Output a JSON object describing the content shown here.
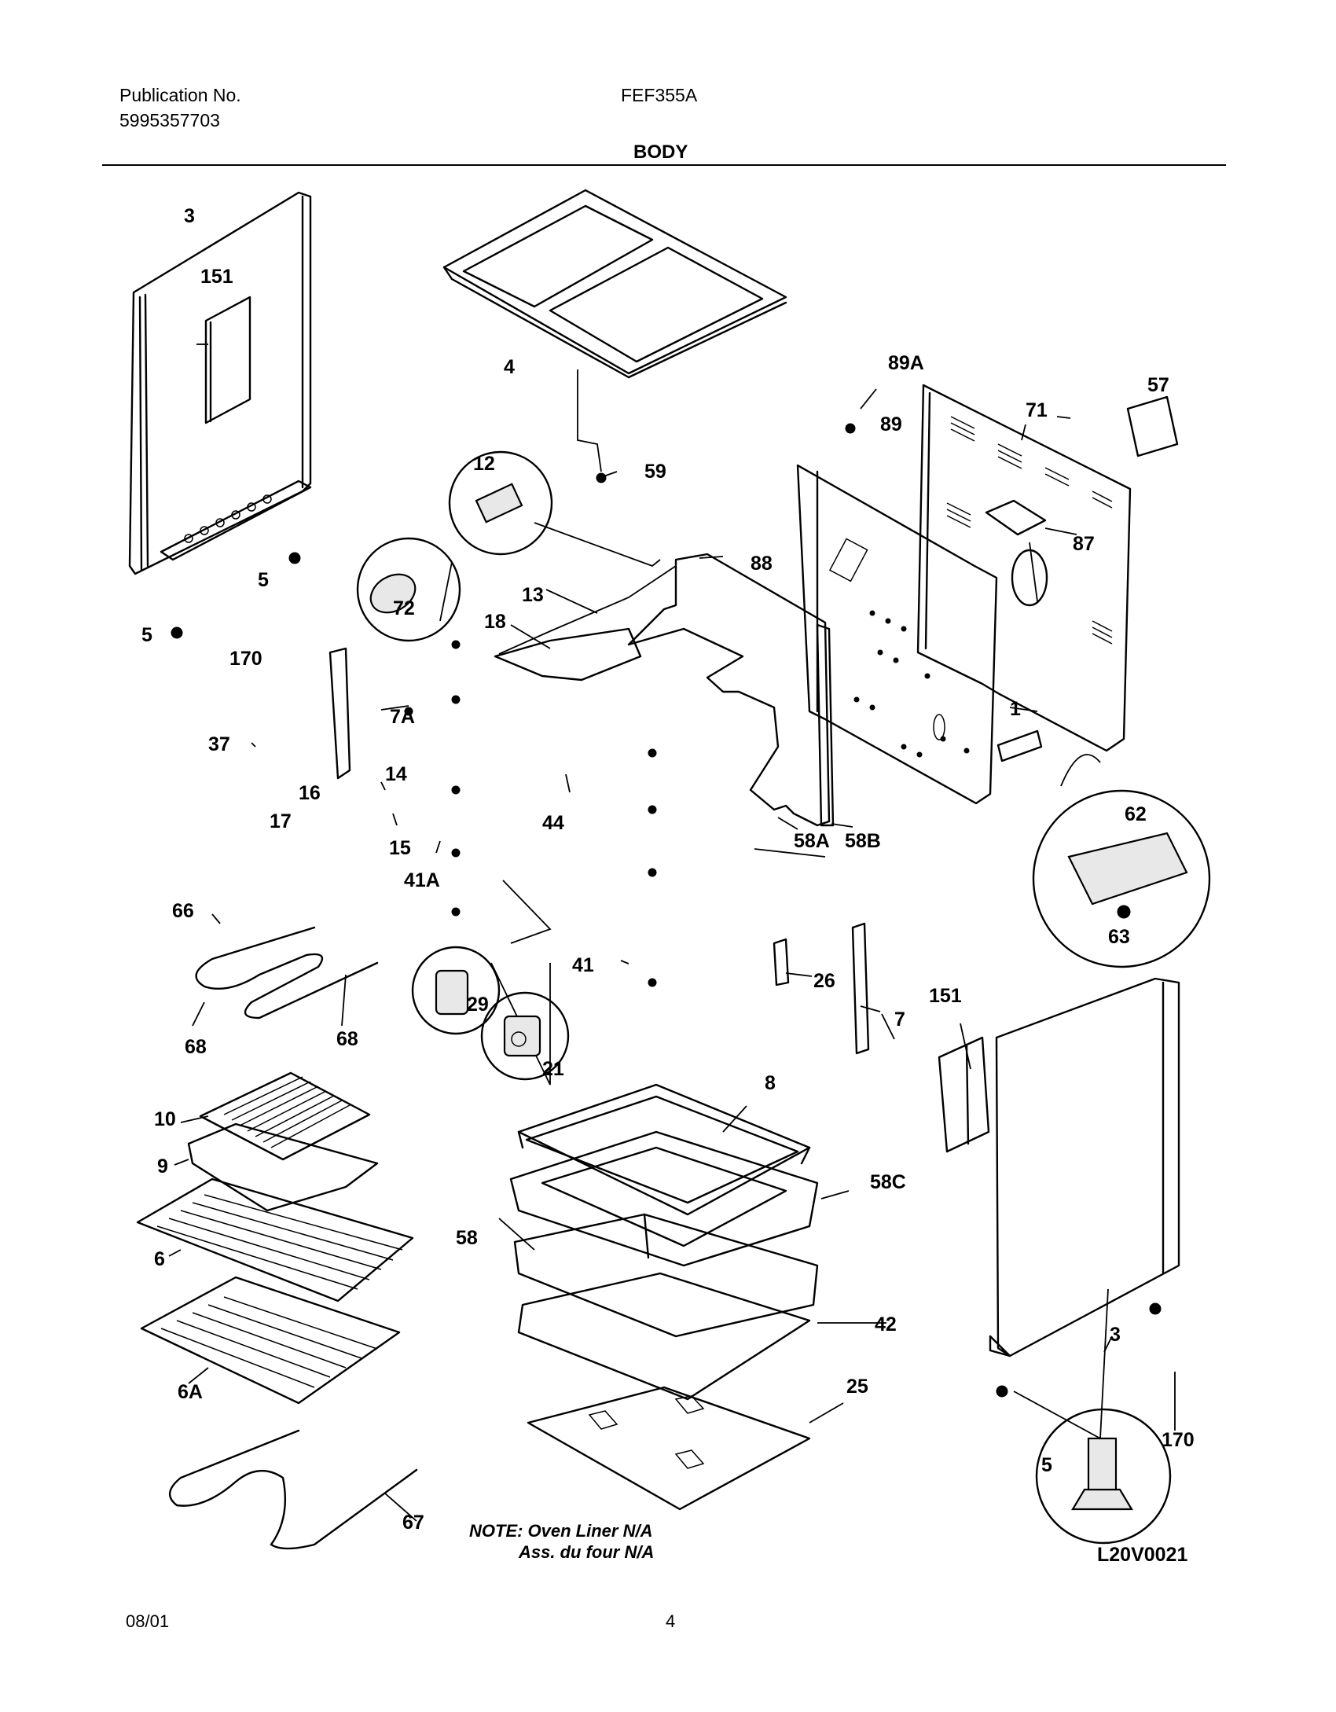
{
  "header": {
    "publication_label": "Publication No.",
    "publication_number": "5995357703",
    "model": "FEF355A",
    "section": "BODY"
  },
  "parts": [
    {
      "id": "3",
      "label": "3"
    },
    {
      "id": "151",
      "label": "151"
    },
    {
      "id": "4",
      "label": "4"
    },
    {
      "id": "89A",
      "label": "89A"
    },
    {
      "id": "57",
      "label": "57"
    },
    {
      "id": "71",
      "label": "71"
    },
    {
      "id": "89",
      "label": "89"
    },
    {
      "id": "12",
      "label": "12"
    },
    {
      "id": "59",
      "label": "59"
    },
    {
      "id": "87",
      "label": "87"
    },
    {
      "id": "88",
      "label": "88"
    },
    {
      "id": "5a",
      "label": "5"
    },
    {
      "id": "5b",
      "label": "5"
    },
    {
      "id": "72",
      "label": "72"
    },
    {
      "id": "13",
      "label": "13"
    },
    {
      "id": "18",
      "label": "18"
    },
    {
      "id": "170a",
      "label": "170"
    },
    {
      "id": "7A",
      "label": "7A"
    },
    {
      "id": "1",
      "label": "1"
    },
    {
      "id": "37",
      "label": "37"
    },
    {
      "id": "14",
      "label": "14"
    },
    {
      "id": "16",
      "label": "16"
    },
    {
      "id": "17",
      "label": "17"
    },
    {
      "id": "15",
      "label": "15"
    },
    {
      "id": "44",
      "label": "44"
    },
    {
      "id": "41A",
      "label": "41A"
    },
    {
      "id": "58A",
      "label": "58A"
    },
    {
      "id": "58B",
      "label": "58B"
    },
    {
      "id": "62",
      "label": "62"
    },
    {
      "id": "66",
      "label": "66"
    },
    {
      "id": "63",
      "label": "63"
    },
    {
      "id": "41",
      "label": "41"
    },
    {
      "id": "26",
      "label": "26"
    },
    {
      "id": "29",
      "label": "29"
    },
    {
      "id": "7",
      "label": "7"
    },
    {
      "id": "151b",
      "label": "151"
    },
    {
      "id": "68a",
      "label": "68"
    },
    {
      "id": "68b",
      "label": "68"
    },
    {
      "id": "21",
      "label": "21"
    },
    {
      "id": "8",
      "label": "8"
    },
    {
      "id": "10",
      "label": "10"
    },
    {
      "id": "9",
      "label": "9"
    },
    {
      "id": "58C",
      "label": "58C"
    },
    {
      "id": "58",
      "label": "58"
    },
    {
      "id": "6",
      "label": "6"
    },
    {
      "id": "42",
      "label": "42"
    },
    {
      "id": "3b",
      "label": "3"
    },
    {
      "id": "6A",
      "label": "6A"
    },
    {
      "id": "25",
      "label": "25"
    },
    {
      "id": "170b",
      "label": "170"
    },
    {
      "id": "5c",
      "label": "5"
    },
    {
      "id": "67",
      "label": "67"
    }
  ],
  "note": {
    "line1": "NOTE: Oven Liner N/A",
    "line2": "Ass. du four N/A"
  },
  "drawing_code": "L20V0021",
  "footer": {
    "date": "08/01",
    "page": "4"
  }
}
